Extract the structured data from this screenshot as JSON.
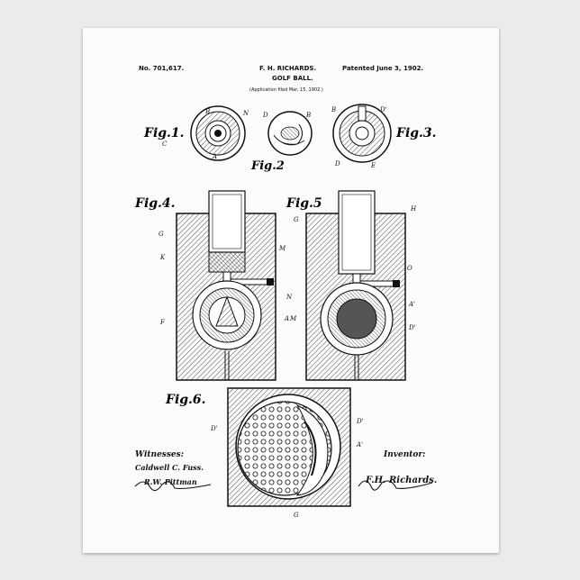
{
  "header": {
    "patent_number": "No. 701,617.",
    "inventor_name": "F. H. RICHARDS.",
    "patented_date": "Patented June 3, 1902.",
    "title": "GOLF BALL.",
    "application_filed": "(Application filed Mar. 15, 1902.)"
  },
  "figures": {
    "fig1": "Fig.1.",
    "fig2": "Fig.2",
    "fig3": "Fig.3.",
    "fig4": "Fig.4.",
    "fig5": "Fig.5",
    "fig6": "Fig.6."
  },
  "signatures": {
    "witnesses_label": "Witnesses:",
    "witness_1": "Caldwell C. Fuss.",
    "witness_2": "R.W. Pittman",
    "inventor_label": "Inventor:",
    "inventor_signature": "F.H. Richards."
  },
  "colors": {
    "ink": "#111111",
    "paper": "#fbfbfb",
    "background": "#ebebeb"
  }
}
